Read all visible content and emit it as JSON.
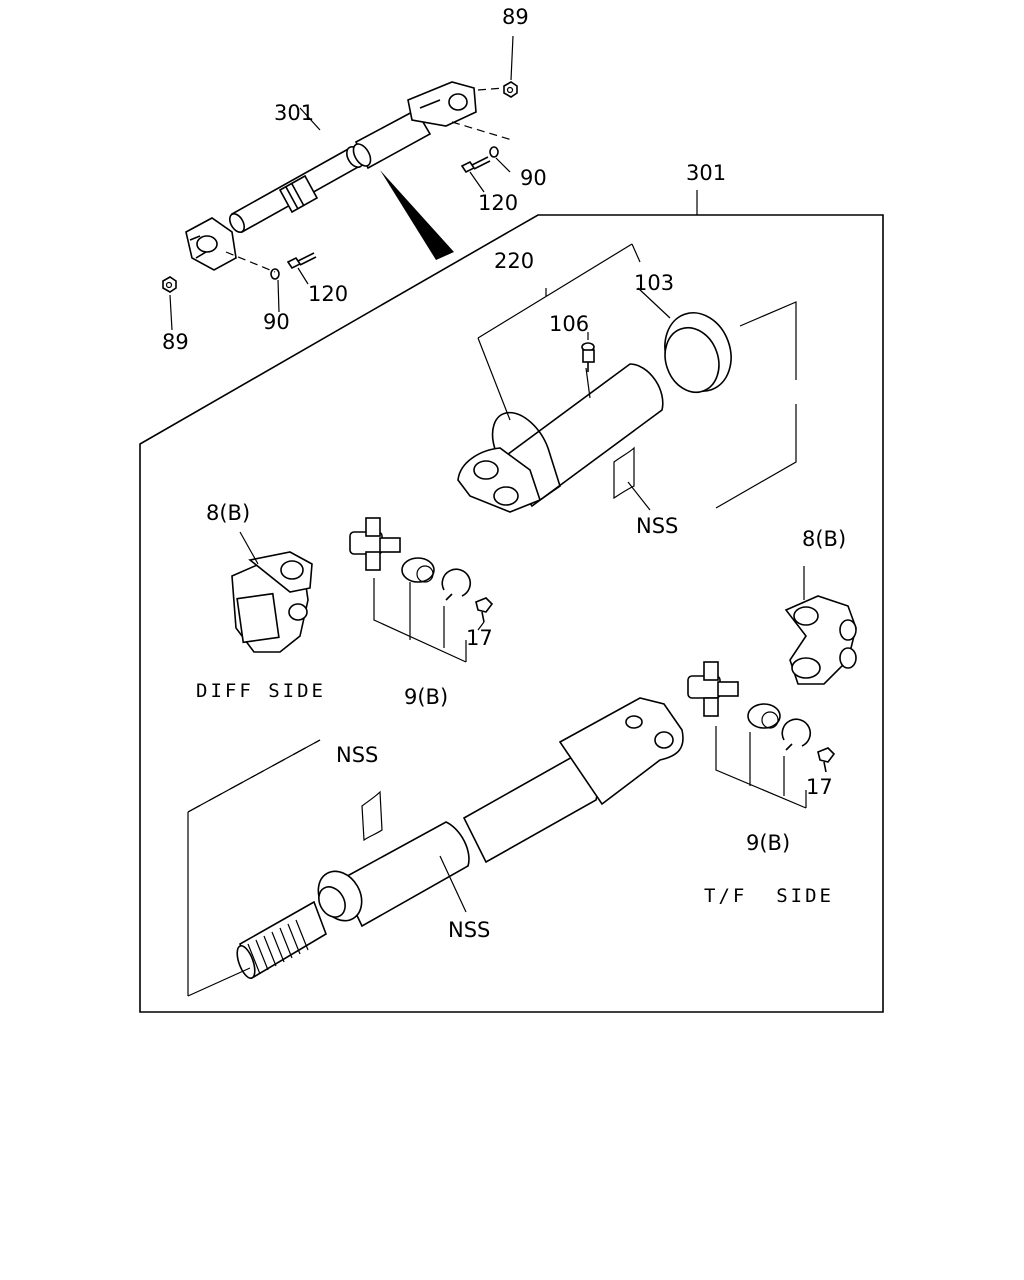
{
  "labels": {
    "top_nut_89": "89",
    "shaft_301": "301",
    "washer_90_top": "90",
    "bolt_120_top": "120",
    "box_301": "301",
    "washer_90_bottom": "90",
    "bolt_120_bottom": "120",
    "bottom_nut_89": "89",
    "tube_220": "220",
    "ring_103": "103",
    "fitting_106": "106",
    "nss_top": "NSS",
    "yoke_8b_left": "8(B)",
    "yoke_8b_right": "8(B)",
    "clip_17_left": "17",
    "joint_9b_left": "9(B)",
    "diff_side": "DIFF SIDE",
    "nss_middle": "NSS",
    "clip_17_right": "17",
    "joint_9b_right": "9(B)",
    "tf_side": "T/F  SIDE",
    "nss_bottom": "NSS"
  }
}
